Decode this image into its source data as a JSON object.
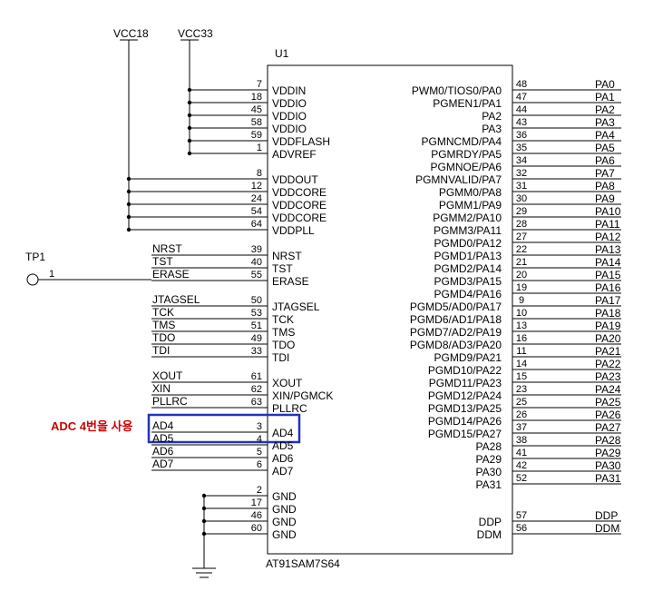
{
  "component": {
    "ref": "U1",
    "part": "AT91SAM7S64"
  },
  "power_nets": {
    "vcc18": "VCC18",
    "vcc33": "VCC33"
  },
  "testpoint": {
    "ref": "TP1",
    "pin": "1"
  },
  "annotation": {
    "text": "ADC 4번을 사용",
    "color": "#cc0000",
    "box_color": "#2233bb"
  },
  "left_pins": [
    {
      "num": "7",
      "name": "VDDIN",
      "net": ""
    },
    {
      "num": "18",
      "name": "VDDIO",
      "net": ""
    },
    {
      "num": "45",
      "name": "VDDIO",
      "net": ""
    },
    {
      "num": "58",
      "name": "VDDIO",
      "net": ""
    },
    {
      "num": "59",
      "name": "VDDFLASH",
      "net": ""
    },
    {
      "num": "1",
      "name": "ADVREF",
      "net": ""
    },
    {
      "num": "8",
      "name": "VDDOUT",
      "net": ""
    },
    {
      "num": "12",
      "name": "VDDCORE",
      "net": ""
    },
    {
      "num": "24",
      "name": "VDDCORE",
      "net": ""
    },
    {
      "num": "54",
      "name": "VDDCORE",
      "net": ""
    },
    {
      "num": "64",
      "name": "VDDPLL",
      "net": ""
    },
    {
      "num": "39",
      "name": "NRST",
      "net": "NRST"
    },
    {
      "num": "40",
      "name": "TST",
      "net": "TST"
    },
    {
      "num": "55",
      "name": "ERASE",
      "net": "ERASE"
    },
    {
      "num": "50",
      "name": "JTAGSEL",
      "net": "JTAGSEL"
    },
    {
      "num": "53",
      "name": "TCK",
      "net": "TCK"
    },
    {
      "num": "51",
      "name": "TMS",
      "net": "TMS"
    },
    {
      "num": "49",
      "name": "TDO",
      "net": "TDO"
    },
    {
      "num": "33",
      "name": "TDI",
      "net": "TDI"
    },
    {
      "num": "61",
      "name": "XOUT",
      "net": "XOUT"
    },
    {
      "num": "62",
      "name": "XIN/PGMCK",
      "net": "XIN"
    },
    {
      "num": "63",
      "name": "PLLRC",
      "net": "PLLRC"
    },
    {
      "num": "3",
      "name": "AD4",
      "net": "AD4"
    },
    {
      "num": "4",
      "name": "AD5",
      "net": "AD5"
    },
    {
      "num": "5",
      "name": "AD6",
      "net": "AD6"
    },
    {
      "num": "6",
      "name": "AD7",
      "net": "AD7"
    },
    {
      "num": "2",
      "name": "GND",
      "net": ""
    },
    {
      "num": "17",
      "name": "GND",
      "net": ""
    },
    {
      "num": "46",
      "name": "GND",
      "net": ""
    },
    {
      "num": "60",
      "name": "GND",
      "net": ""
    }
  ],
  "right_pins": [
    {
      "num": "48",
      "name": "PWM0/TIOS0/PA0",
      "net": "PA0"
    },
    {
      "num": "47",
      "name": "PGMEN1/PA1",
      "net": "PA1"
    },
    {
      "num": "44",
      "name": "PA2",
      "net": "PA2"
    },
    {
      "num": "43",
      "name": "PA3",
      "net": "PA3"
    },
    {
      "num": "36",
      "name": "PGMNCMD/PA4",
      "net": "PA4"
    },
    {
      "num": "35",
      "name": "PGMRDY/PA5",
      "net": "PA5"
    },
    {
      "num": "34",
      "name": "PGMNOE/PA6",
      "net": "PA6"
    },
    {
      "num": "32",
      "name": "PGMNVALID/PA7",
      "net": "PA7"
    },
    {
      "num": "31",
      "name": "PGMM0/PA8",
      "net": "PA8"
    },
    {
      "num": "30",
      "name": "PGMM1/PA9",
      "net": "PA9"
    },
    {
      "num": "29",
      "name": "PGMM2/PA10",
      "net": "PA10"
    },
    {
      "num": "28",
      "name": "PGMM3/PA11",
      "net": "PA11"
    },
    {
      "num": "27",
      "name": "PGMD0/PA12",
      "net": "PA12"
    },
    {
      "num": "22",
      "name": "PGMD1/PA13",
      "net": "PA13"
    },
    {
      "num": "21",
      "name": "PGMD2/PA14",
      "net": "PA14"
    },
    {
      "num": "20",
      "name": "PGMD3/PA15",
      "net": "PA15"
    },
    {
      "num": "19",
      "name": "PGMD4/PA16",
      "net": "PA16"
    },
    {
      "num": "9",
      "name": "PGMD5/AD0/PA17",
      "net": "PA17"
    },
    {
      "num": "10",
      "name": "PGMD6/AD1/PA18",
      "net": "PA18"
    },
    {
      "num": "13",
      "name": "PGMD7/AD2/PA19",
      "net": "PA19"
    },
    {
      "num": "16",
      "name": "PGMD8/AD3/PA20",
      "net": "PA20"
    },
    {
      "num": "11",
      "name": "PGMD9/PA21",
      "net": "PA21"
    },
    {
      "num": "14",
      "name": "PGMD10/PA22",
      "net": "PA22"
    },
    {
      "num": "15",
      "name": "PGMD11/PA23",
      "net": "PA23"
    },
    {
      "num": "23",
      "name": "PGMD12/PA24",
      "net": "PA24"
    },
    {
      "num": "25",
      "name": "PGMD13/PA25",
      "net": "PA25"
    },
    {
      "num": "26",
      "name": "PGMD14/PA26",
      "net": "PA26"
    },
    {
      "num": "37",
      "name": "PGMD15/PA27",
      "net": "PA27"
    },
    {
      "num": "38",
      "name": "PA28",
      "net": "PA28"
    },
    {
      "num": "41",
      "name": "PA29",
      "net": "PA29"
    },
    {
      "num": "42",
      "name": "PA30",
      "net": "PA30"
    },
    {
      "num": "52",
      "name": "PA31",
      "net": "PA31"
    },
    {
      "num": "57",
      "name": "DDP",
      "net": "DDP"
    },
    {
      "num": "56",
      "name": "DDM",
      "net": "DDM"
    }
  ]
}
